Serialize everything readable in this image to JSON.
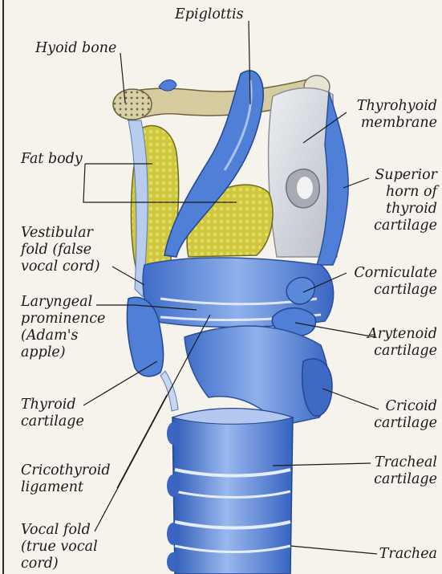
{
  "labels": {
    "epiglottis": "Epiglottis",
    "hyoid_bone": "Hyoid bone",
    "thyrohyoid_membrane": "Thyrohyoid\nmembrane",
    "fat_body": "Fat body",
    "superior_horn": "Superior\nhorn of\nthyroid\ncartilage",
    "vestibular_fold": "Vestibular\nfold (false\nvocal cord)",
    "corniculate_cartilage": "Corniculate\ncartilage",
    "laryngeal_prominence": "Laryngeal\nprominence\n(Adam's\napple)",
    "arytenoid_cartilage": "Arytenoid\ncartilage",
    "thyroid_cartilage": "Thyroid\ncartilage",
    "cricoid_cartilage": "Cricoid\ncartilage",
    "cricothyroid_ligament": "Cricothyroid\nligament",
    "tracheal_cartilage": "Tracheal\ncartilage",
    "vocal_fold": "Vocal fold\n(true vocal\ncord)",
    "trachea": "Trachea"
  },
  "colors": {
    "background": "#f6f3ec",
    "cartilage_blue": "#4f7fd6",
    "cartilage_light": "#a9c2ee",
    "fat_yellow": "#c9c236",
    "membrane_gray": "#d7d9df",
    "bone": "#d8cfa8",
    "leader": "#1a1a1a"
  }
}
